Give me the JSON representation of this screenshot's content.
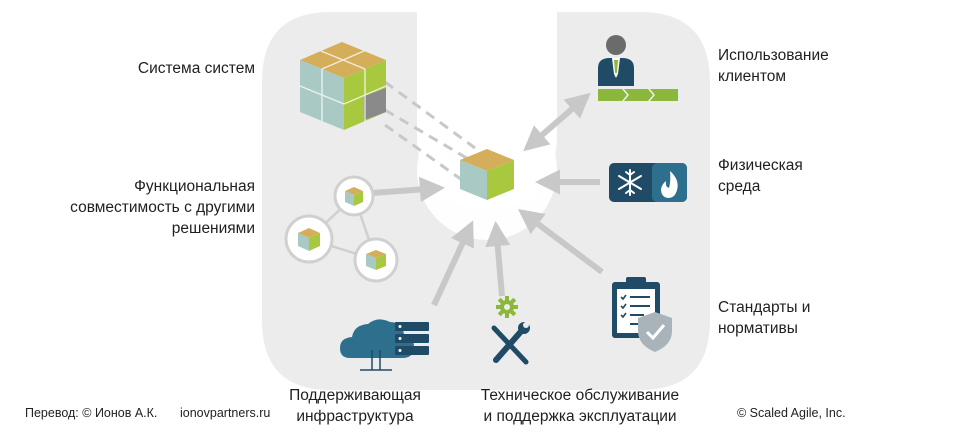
{
  "labels": {
    "system_of_systems": "Система систем",
    "interoperability": [
      "Функциональная",
      "совместимость с другими",
      "решениями"
    ],
    "customer_usage": [
      "Использование",
      "клиентом"
    ],
    "physical_environment": [
      "Физическая",
      "среда"
    ],
    "standards": [
      "Стандарты и",
      "нормативы"
    ],
    "infrastructure": [
      "Поддерживающая",
      "инфраструктура"
    ],
    "maintenance": [
      "Техническое обслуживание",
      "и поддержка эксплуатации"
    ]
  },
  "footer": {
    "translation": "Перевод: © Ионов А.К.",
    "site": "ionovpartners.ru",
    "copyright": "© Scaled Agile,  Inc."
  },
  "colors": {
    "panel": "#ececec",
    "arrow": "#c8c8c8",
    "cube_top": "#d4ae5a",
    "cube_left": "#a9c9c4",
    "cube_right": "#a8c93f",
    "icon_navy": "#1f4b66",
    "icon_teal": "#2e6f8e",
    "icon_green": "#8bb83b",
    "person_gray": "#6b6b6b"
  },
  "icons": {
    "customer": "person-icon",
    "environment": "snowflake-flame-icon",
    "standards": "clipboard-shield-icon",
    "maintenance": "wrench-screwdriver-gear-icon",
    "infrastructure": "cloud-server-icon"
  }
}
